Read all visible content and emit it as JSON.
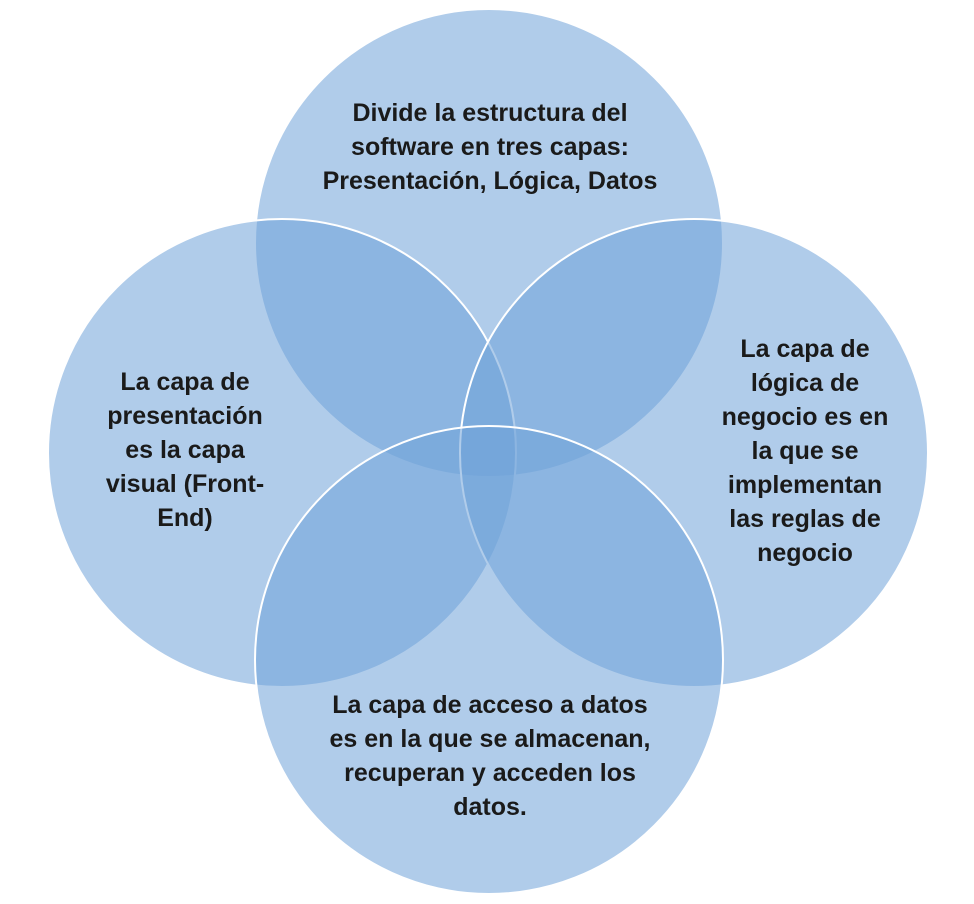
{
  "diagram": {
    "circles": [
      {
        "id": "top",
        "text": "Divide la estructura del\nsoftware en tres capas:\nPresentación, Lógica, Datos"
      },
      {
        "id": "left",
        "text": "La capa de\npresentación\nes la capa\nvisual (Front-\nEnd)"
      },
      {
        "id": "right",
        "text": "La capa de\nlógica de\nnegocio es en\nla que se\nimplementan\nlas reglas de\nnegocio"
      },
      {
        "id": "bottom",
        "text": "La capa de acceso a datos\nes en la que se almacenan,\nrecuperan y acceden los\ndatos."
      }
    ],
    "colors": {
      "fill": "#6fa3d8",
      "fill_opacity": 0.55,
      "stroke": "#ffffff"
    }
  }
}
